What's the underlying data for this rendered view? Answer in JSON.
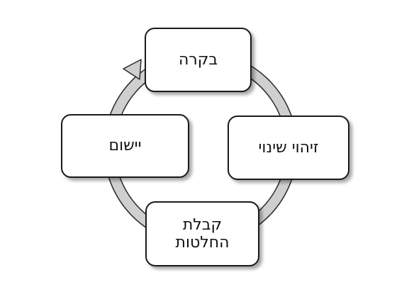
{
  "diagram": {
    "direction": "rtl",
    "colors": {
      "ring_fill": "#cfcfcf",
      "ring_stroke": "#2a2a2a",
      "box_fill": "#ffffff",
      "box_stroke": "#1a1a1a"
    },
    "nodes": {
      "top": "בקרה",
      "right": "זיהוי שינוי",
      "bottom": "קבלת\nהחלטות",
      "left": "יישום"
    }
  }
}
